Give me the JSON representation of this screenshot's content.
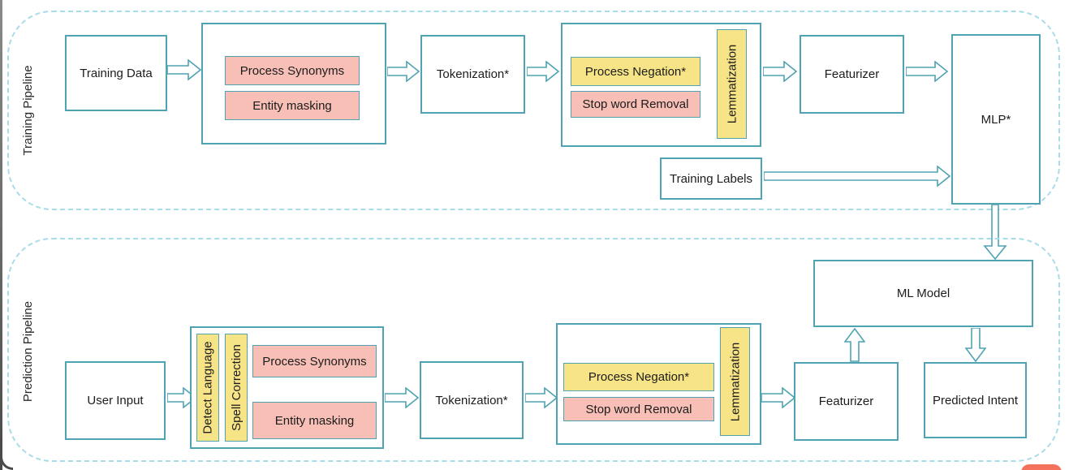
{
  "training": {
    "label": "Training Pipeline",
    "training_data": "Training Data",
    "process_synonyms": "Process Synonyms",
    "entity_masking": "Entity masking",
    "tokenization": "Tokenization*",
    "process_negation": "Process Negation*",
    "stop_word_removal": "Stop word Removal",
    "lemmatization": "Lemmatization",
    "featurizer": "Featurizer",
    "mlp": "MLP*",
    "training_labels": "Training Labels"
  },
  "prediction": {
    "label": "Prediction Pipeline",
    "user_input": "User Input",
    "detect_language": "Detect Language",
    "spell_correction": "Spell Correction",
    "process_synonyms": "Process Synonyms",
    "entity_masking": "Entity masking",
    "tokenization": "Tokenization*",
    "process_negation": "Process Negation*",
    "stop_word_removal": "Stop word Removal",
    "lemmatization": "Lemmatization",
    "featurizer": "Featurizer",
    "ml_model": "ML Model",
    "predicted_intent": "Predicted Intent"
  },
  "colors": {
    "box_border": "#4FA3B2",
    "pipeline_dashed_border": "#A8DCE8",
    "pink_fill": "#F7BFB6",
    "yellow_fill": "#F7E486",
    "chat_button": "#F4715C"
  },
  "floating_button": {
    "icon": "chat-launcher-partial"
  }
}
